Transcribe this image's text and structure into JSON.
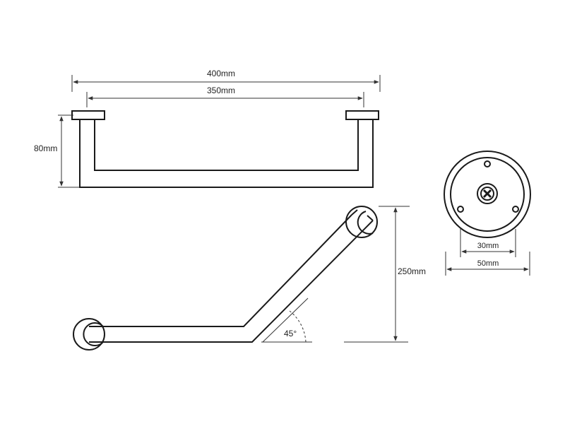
{
  "colors": {
    "line": "#1a1a1a",
    "dim": "#333333",
    "background": "#ffffff"
  },
  "dimensions": {
    "overall_length": "400mm",
    "inner_length": "350mm",
    "depth": "80mm",
    "angled_height": "250mm",
    "angle": "45°",
    "flange_inner": "30mm",
    "flange_outer": "50mm"
  },
  "icons": {
    "center_screw": "cross-screw-icon"
  }
}
